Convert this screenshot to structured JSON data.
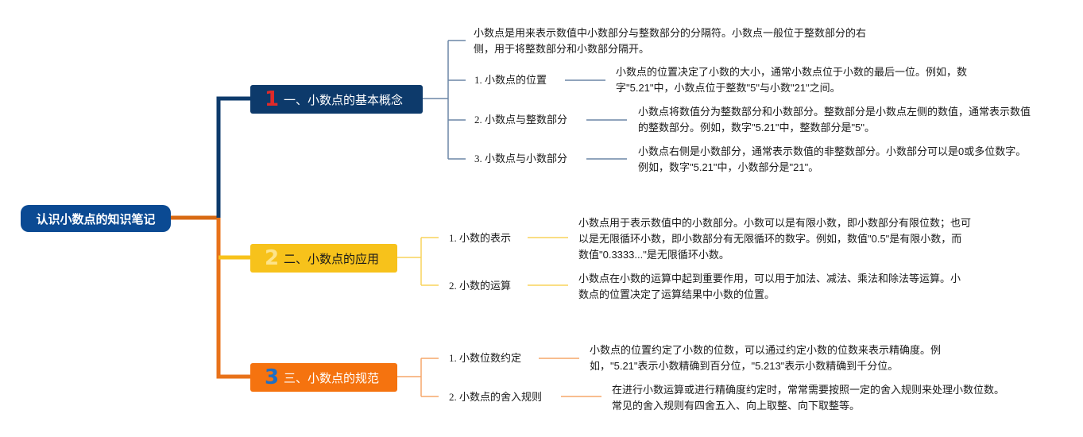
{
  "root": {
    "title": "认识小数点的知识笔记"
  },
  "branches": [
    {
      "num": "1",
      "title": "一、小数点的基本概念",
      "intro": "小数点是用来表示数值中小数部分与整数部分的分隔符。小数点一般位于整数部分的右侧，用于将整数部分和小数部分隔开。",
      "items": [
        {
          "label": "1. 小数点的位置",
          "desc": "小数点的位置决定了小数的大小，通常小数点位于小数的最后一位。例如，数字\"5.21\"中，小数点位于整数\"5\"与小数\"21\"之间。"
        },
        {
          "label": "2. 小数点与整数部分",
          "desc": "小数点将数值分为整数部分和小数部分。整数部分是小数点左侧的数值，通常表示数值的整数部分。例如，数字\"5.21\"中，整数部分是\"5\"。"
        },
        {
          "label": "3. 小数点与小数部分",
          "desc": "小数点右侧是小数部分，通常表示数值的非整数部分。小数部分可以是0或多位数字。例如，数字\"5.21\"中，小数部分是\"21\"。"
        }
      ]
    },
    {
      "num": "2",
      "title": "二、小数点的应用",
      "items": [
        {
          "label": "1. 小数的表示",
          "desc": "小数点用于表示数值中的小数部分。小数可以是有限小数，即小数部分有限位数；也可以是无限循环小数，即小数部分有无限循环的数字。例如，数值\"0.5\"是有限小数，而数值\"0.3333...\"是无限循环小数。"
        },
        {
          "label": "2. 小数的运算",
          "desc": "小数点在小数的运算中起到重要作用，可以用于加法、减法、乘法和除法等运算。小数点的位置决定了运算结果中小数的位置。"
        }
      ]
    },
    {
      "num": "3",
      "title": "三、小数点的规范",
      "items": [
        {
          "label": "1. 小数位数约定",
          "desc": "小数点的位置约定了小数的位数，可以通过约定小数的位数来表示精确度。例如，\"5.21\"表示小数精确到百分位，\"5.213\"表示小数精确到千分位。"
        },
        {
          "label": "2. 小数点的舍入规则",
          "desc": "在进行小数运算或进行精确度约定时，常常需要按照一定的舍入规则来处理小数位数。常见的舍入规则有四舍五入、向上取整、向下取整等。"
        }
      ]
    }
  ],
  "colors": {
    "root": "#0b4a93",
    "branch1": "#0d3a6b",
    "branch2": "#f7c21b",
    "branch3": "#f5730f",
    "line1": "#6b86a6",
    "line2": "#f8d35c",
    "line3": "#f5a76a"
  }
}
